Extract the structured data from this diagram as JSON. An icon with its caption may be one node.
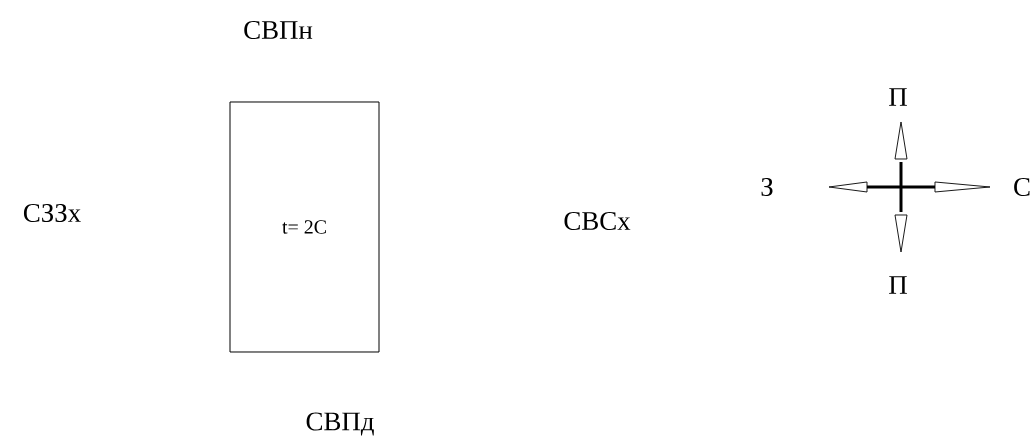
{
  "diagram": {
    "nodes": [
      {
        "text": [
          "t= 2С"
        ]
      }
    ],
    "labels": [
      "СВПн",
      "СЗЗх",
      "СВСх",
      "СВПд",
      "П",
      "З",
      "С",
      "П"
    ]
  }
}
